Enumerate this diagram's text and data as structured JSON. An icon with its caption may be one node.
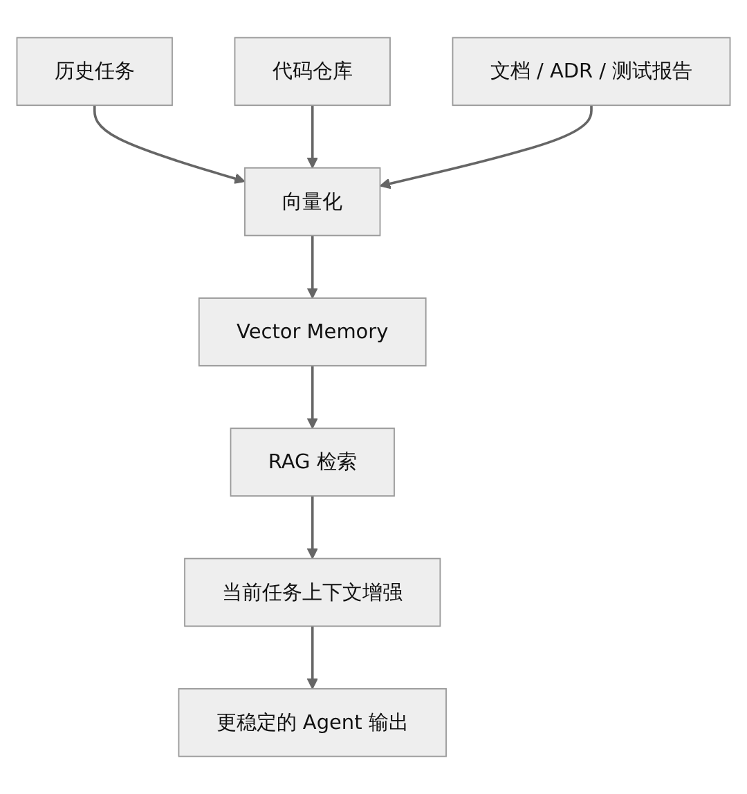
{
  "diagram": {
    "nodes": [
      {
        "text": [
          "历史任务"
        ]
      },
      {
        "text": [
          "代码仓库"
        ]
      },
      {
        "text": [
          "文档 / ADR / 测试报告"
        ]
      },
      {
        "text": [
          "向量化"
        ]
      },
      {
        "text": [
          "Vector Memory"
        ]
      },
      {
        "text": [
          "RAG 检索"
        ]
      },
      {
        "text": [
          "当前任务上下文增强"
        ]
      },
      {
        "text": [
          "更稳定的 Agent 输出"
        ]
      }
    ],
    "edges": [
      {
        "from": 0,
        "to": 3,
        "arrow": "to"
      },
      {
        "from": 1,
        "to": 3,
        "arrow": "to"
      },
      {
        "from": 2,
        "to": 3,
        "arrow": "to"
      },
      {
        "from": 3,
        "to": 4,
        "arrow": "to"
      },
      {
        "from": 4,
        "to": 5,
        "arrow": "to"
      },
      {
        "from": 5,
        "to": 6,
        "arrow": "to"
      },
      {
        "from": 6,
        "to": 7,
        "arrow": "to"
      }
    ]
  }
}
